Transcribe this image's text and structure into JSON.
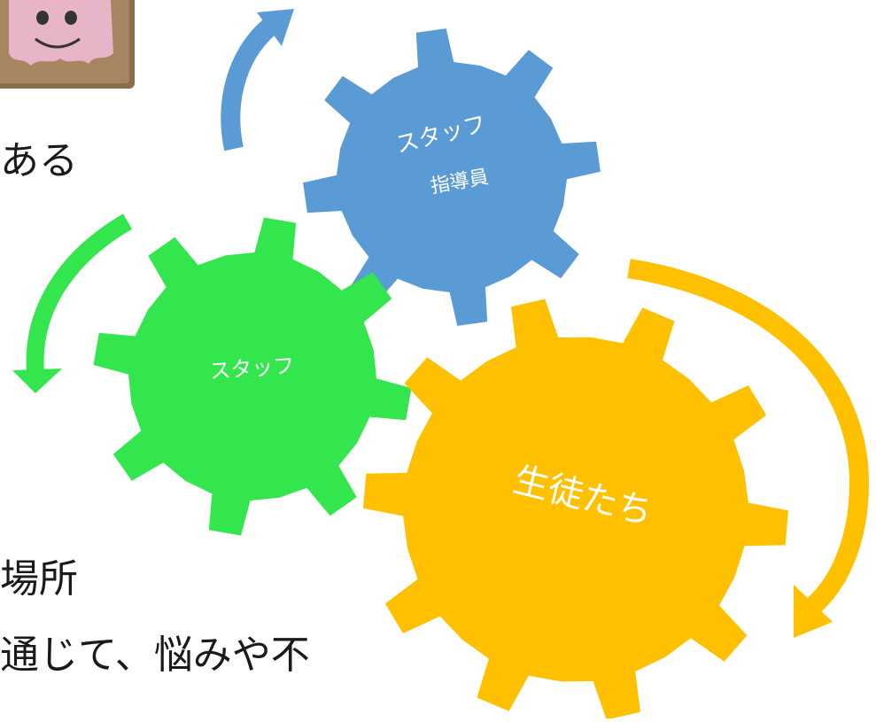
{
  "gears": {
    "blue": {
      "label_top": "スタッフ",
      "label_bottom": "指導員",
      "color": "#5b9bd5"
    },
    "green": {
      "label": "スタッフ",
      "color": "#33e64d"
    },
    "orange": {
      "label": "生徒たち",
      "color": "#ffc000"
    }
  },
  "text": {
    "fragment_aru": "ある",
    "fragment_basho": "場所",
    "fragment_tsujite": "通じて、悩みや不"
  },
  "colors": {
    "photo_frame": "#8b6d4c",
    "ghost": "#e8b4c8"
  },
  "icons": {
    "photo": "ghost-cutout-photo"
  }
}
